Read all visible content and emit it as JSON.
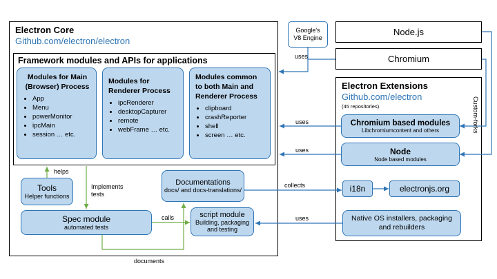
{
  "core": {
    "title": "Electron Core",
    "link": "Github.com/electron/electron",
    "framework": {
      "title": "Framework modules and APIs for applications",
      "main": {
        "title": "Modules for Main (Browser) Process",
        "items": [
          "App",
          "Menu",
          "powerMonitor",
          "ipcMain",
          "session … etc."
        ]
      },
      "renderer": {
        "title": "Modules for Renderer Process",
        "items": [
          "ipcRenderer",
          "desktopCapturer",
          "remote",
          "webFrame … etc."
        ]
      },
      "common": {
        "title": "Modules common to both Main and Renderer Process",
        "items": [
          "clipboard",
          "crashReporter",
          "shell",
          "screen … etc."
        ]
      }
    },
    "tools": {
      "title": "Tools",
      "subtitle": "Helper functions"
    },
    "spec": {
      "title": "Spec module",
      "subtitle": "automated tests"
    },
    "docs": {
      "title": "Documentations",
      "subtitle": "docs/ and docs-translations/"
    },
    "script": {
      "title": "script module",
      "subtitle": "Building, packaging and testing"
    }
  },
  "v8": {
    "label": "Google's V8 Engine"
  },
  "nodejs": {
    "label": "Node.js"
  },
  "chromium": {
    "label": "Chromium"
  },
  "extensions": {
    "title": "Electron Extensions",
    "link": "Github.com/electron",
    "count": "(45 repositories)",
    "chromium_modules": {
      "title": "Chromium based modules",
      "subtitle": "Libchromiumcontent and others"
    },
    "node": {
      "title": "Node",
      "subtitle": "Node based modules"
    },
    "i18n": {
      "label": "i18n"
    },
    "electronjs": {
      "label": "electronjs.org"
    },
    "native": {
      "title": "Native OS installers, packaging and rebuilders"
    }
  },
  "edge_labels": {
    "uses_v8": "uses",
    "custom_forks": "Custom-forks",
    "uses_chromium": "uses",
    "uses_node": "uses",
    "helps": "helps",
    "implements": "Implements tests",
    "collects": "collects",
    "calls": "calls",
    "uses_native": "uses",
    "documents": "documents"
  },
  "colors": {
    "box_fill": "#bdd7ee",
    "box_border": "#2e75b6",
    "link": "#2e75b6",
    "wire_green": "#70ad47",
    "wire_blue": "#2e75b6"
  }
}
